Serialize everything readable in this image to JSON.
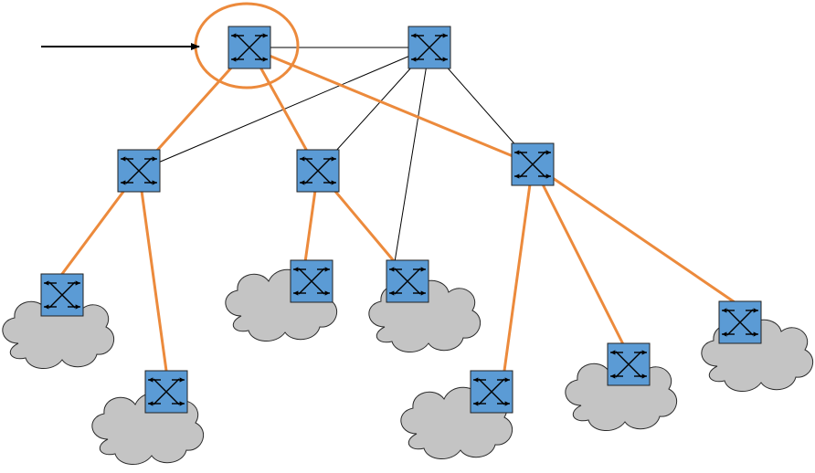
{
  "diagram": {
    "colors": {
      "tree_link": "#ec8a3c",
      "redundant_link": "#000000",
      "switch_fill": "#5b9bd5",
      "cloud_fill": "#c4c4c4",
      "root_highlight": "#ec8a3c"
    },
    "root": "s1",
    "switches": [
      {
        "id": "s1",
        "icon": "switch-icon",
        "is_root": true
      },
      {
        "id": "s2",
        "icon": "switch-icon"
      },
      {
        "id": "s3",
        "icon": "switch-icon"
      },
      {
        "id": "s4",
        "icon": "switch-icon"
      },
      {
        "id": "s5",
        "icon": "switch-icon"
      },
      {
        "id": "s6",
        "icon": "switch-icon"
      },
      {
        "id": "s7",
        "icon": "switch-icon"
      },
      {
        "id": "s8",
        "icon": "switch-icon"
      },
      {
        "id": "s9",
        "icon": "switch-icon"
      },
      {
        "id": "s10",
        "icon": "switch-icon"
      },
      {
        "id": "s11",
        "icon": "switch-icon"
      },
      {
        "id": "s12",
        "icon": "switch-icon"
      }
    ],
    "tree_links": [
      [
        "s1",
        "s3"
      ],
      [
        "s1",
        "s4"
      ],
      [
        "s1",
        "s5"
      ],
      [
        "s3",
        "s6"
      ],
      [
        "s3",
        "s7"
      ],
      [
        "s4",
        "s8"
      ],
      [
        "s4",
        "s9"
      ],
      [
        "s5",
        "s10"
      ],
      [
        "s5",
        "s11"
      ],
      [
        "s5",
        "s12"
      ]
    ],
    "redundant_links": [
      [
        "s1",
        "s2"
      ],
      [
        "s2",
        "s3"
      ],
      [
        "s2",
        "s4"
      ],
      [
        "s2",
        "s9"
      ],
      [
        "s2",
        "s5"
      ]
    ],
    "clouds": [
      "s6",
      "s7",
      "s8",
      "s9",
      "s10",
      "s11",
      "s12"
    ],
    "pointer": {
      "target": "s1",
      "icon": "arrow-right-icon"
    }
  }
}
